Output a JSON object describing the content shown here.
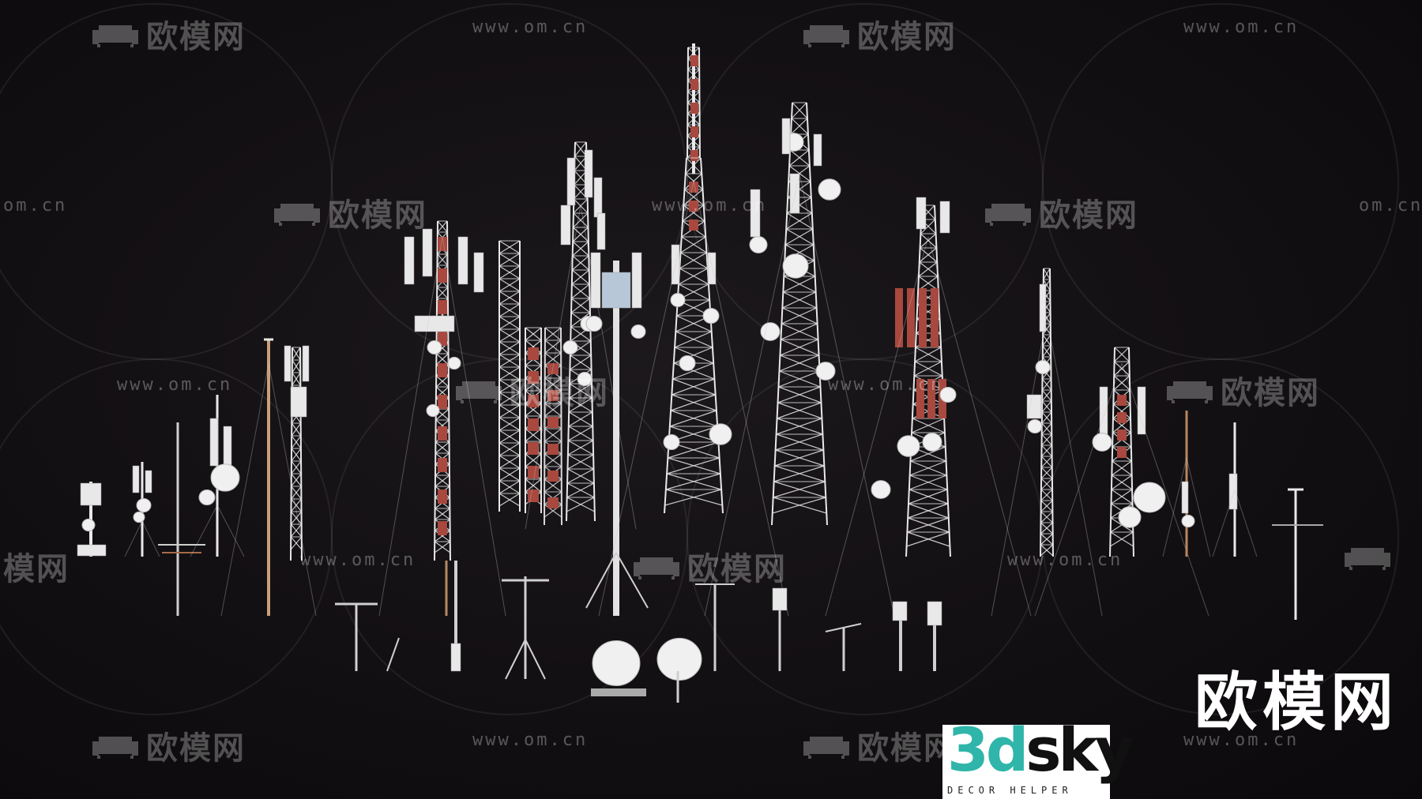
{
  "watermark": {
    "logo_text": "欧模网",
    "url_text": "www.om.cn",
    "cropped_url_text": "om.cn",
    "cropped_logo_text": "模网"
  },
  "brand": {
    "text": "欧模网"
  },
  "badge": {
    "part1": "3d",
    "part2": "sky",
    "subtitle": "DECOR HELPER"
  },
  "colors": {
    "background": "#0d0b0d",
    "tower": "#e8e8e8",
    "tower_red": "#a8483e",
    "badge_teal": "#2fb5a9"
  }
}
